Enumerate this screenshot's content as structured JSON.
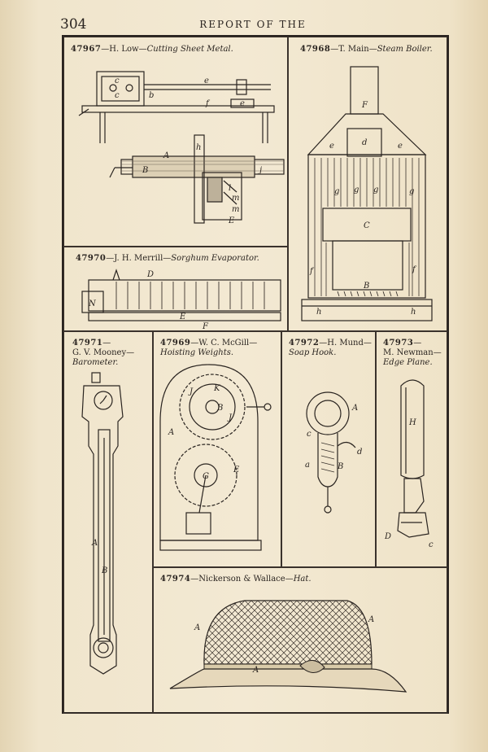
{
  "page": {
    "number": "304",
    "running_head": "REPORT OF THE"
  },
  "figures": [
    {
      "id": "47967",
      "inventor": "H. Low",
      "title": "Cutting Sheet Metal.",
      "labels": [
        "c",
        "c",
        "b",
        "e",
        "f",
        "e",
        "A",
        "h",
        "B",
        "l",
        "m",
        "m",
        "E",
        "j"
      ]
    },
    {
      "id": "47968",
      "inventor": "T. Main",
      "title": "Steam Boiler.",
      "labels": [
        "F",
        "e",
        "d",
        "e",
        "g",
        "g",
        "g",
        "g",
        "C",
        "f",
        "f",
        "B",
        "h",
        "h"
      ]
    },
    {
      "id": "47970",
      "inventor": "J. H. Merrill",
      "title": "Sorghum Evaporator.",
      "labels": [
        "D",
        "N",
        "E",
        "F"
      ]
    },
    {
      "id": "47971",
      "inventor": "G. V. Mooney",
      "title": "Barometer.",
      "labels": [
        "A",
        "B"
      ]
    },
    {
      "id": "47969",
      "inventor": "W. C. McGill",
      "title": "Hoisting Weights.",
      "labels": [
        "K",
        "J",
        "B",
        "J",
        "A",
        "E",
        "G"
      ]
    },
    {
      "id": "47972",
      "inventor": "H. Mund",
      "title": "Soap Hook.",
      "labels": [
        "A",
        "c",
        "d",
        "a",
        "B"
      ]
    },
    {
      "id": "47973",
      "inventor": "M. Newman",
      "title": "Edge Plane.",
      "labels": [
        "H",
        "D",
        "c"
      ]
    },
    {
      "id": "47974",
      "inventor": "Nickerson & Wallace",
      "title": "Hat.",
      "labels": [
        "A",
        "A",
        "A"
      ]
    }
  ]
}
